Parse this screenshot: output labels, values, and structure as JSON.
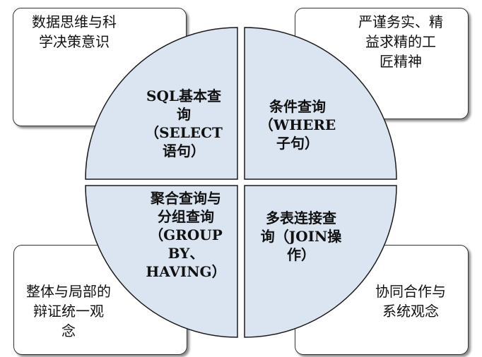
{
  "corners": {
    "top_left": "数据思维与科\n学决策意识",
    "top_right": "严谨务实、精\n益求精的工\n匠精神",
    "bottom_left": "整体与局部的\n辩证统一观\n念",
    "bottom_right": "协同合作与\n系统观念"
  },
  "quadrants": {
    "top_left": "SQL基本查\n询\n（SELECT\n语句）",
    "top_right": "条件查询\n（WHERE\n子句）",
    "bottom_left": "聚合查询与\n分组查询\n（GROUP\nBY、\nHAVING）",
    "bottom_right": "多表连接查\n询（JOIN操\n作）"
  },
  "colors": {
    "quadrant_fill": "#dbe5f1",
    "stroke": "#1a1a1a",
    "box_border": "#333333"
  }
}
